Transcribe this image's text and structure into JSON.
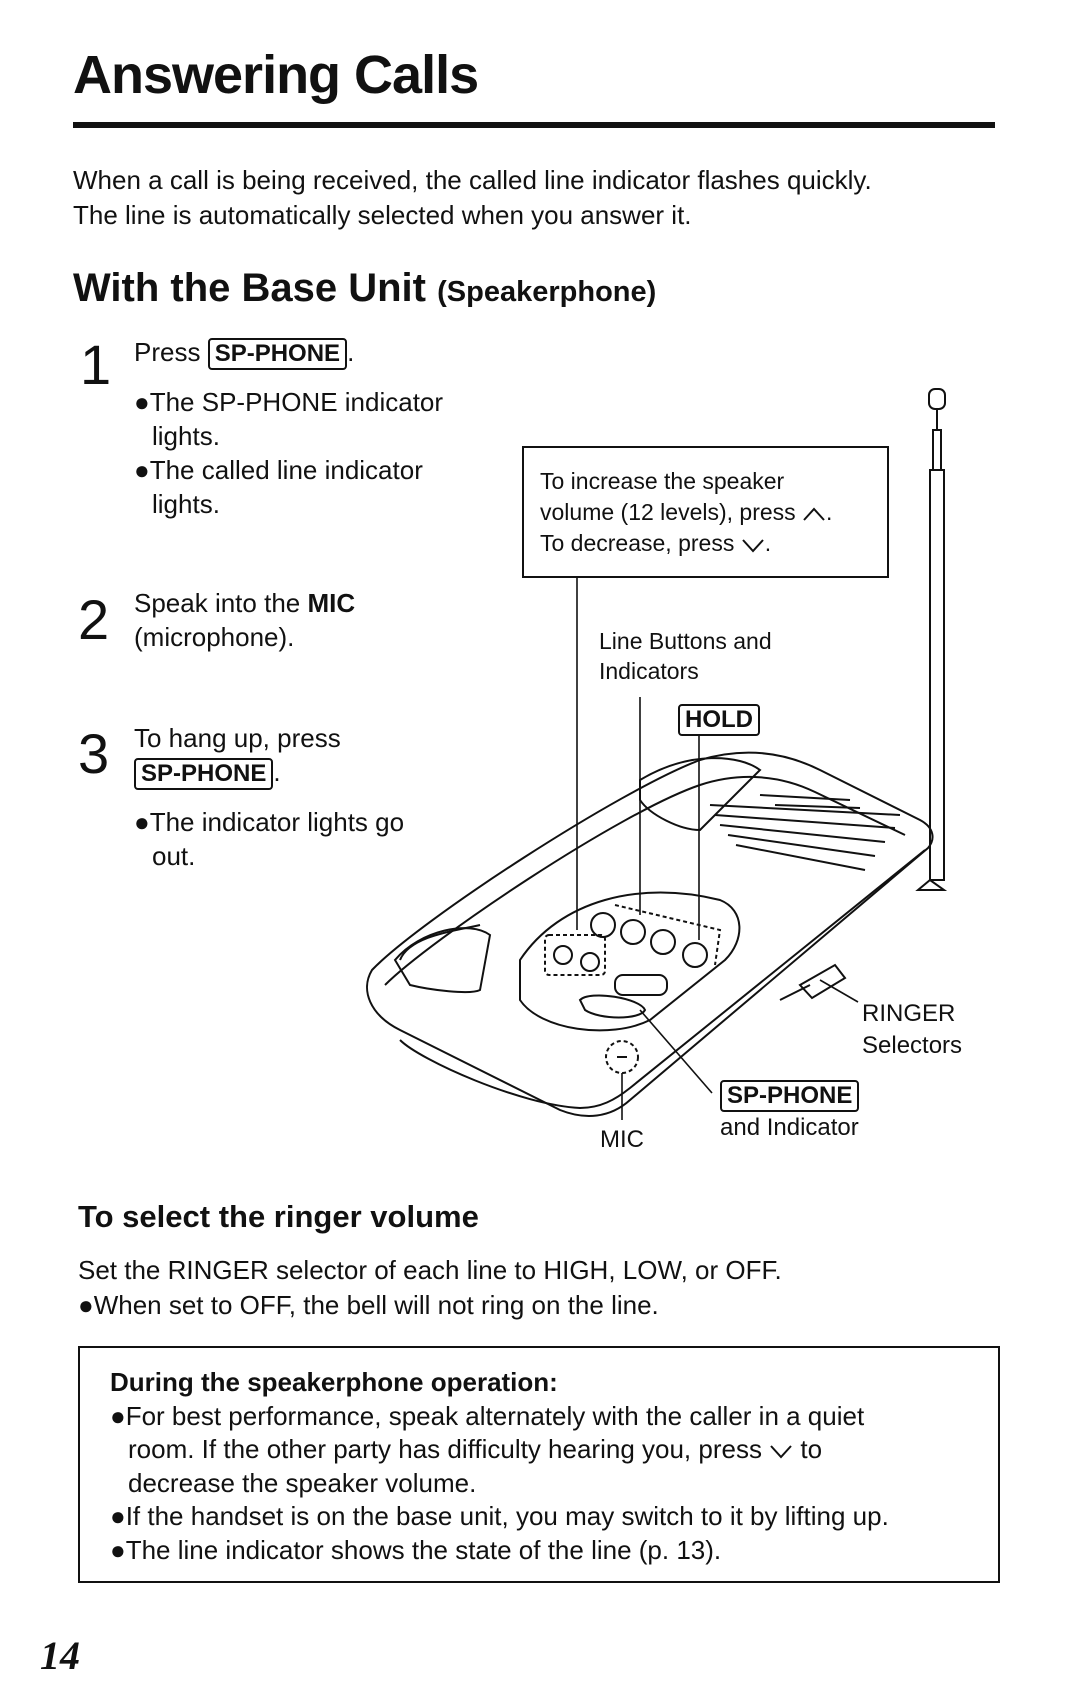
{
  "title": "Answering Calls",
  "intro": [
    "When a call is being received, the called line indicator flashes quickly.",
    "The line is automatically selected when you answer it."
  ],
  "section": {
    "heading": "With the Base Unit",
    "heading_small": "(Speakerphone)"
  },
  "steps": [
    {
      "number": "1",
      "prefix": "Press",
      "key": "SP-PHONE",
      "suffix": ".",
      "bullets": [
        "●The SP-PHONE indicator lights.",
        "●The called line indicator lights."
      ]
    },
    {
      "number": "2",
      "line1_prefix": "Speak into the",
      "line1_bold": "MIC",
      "line2": "(microphone)."
    },
    {
      "number": "3",
      "line1": "To hang up, press",
      "key": "SP-PHONE",
      "suffix": ".",
      "bullets": [
        "●The indicator lights go out."
      ]
    }
  ],
  "callout": {
    "line1": "To increase the speaker",
    "line2_prefix": "volume (12 levels), press",
    "line2_suffix": ".",
    "line3_prefix": "To decrease, press",
    "line3_suffix": "."
  },
  "diagram_labels": {
    "line_buttons": [
      "Line Buttons and",
      "Indicators"
    ],
    "hold": "HOLD",
    "ringer": [
      "RINGER",
      "Selectors"
    ],
    "sp_phone_key": "SP-PHONE",
    "sp_phone_suffix": "and Indicator",
    "mic": "MIC"
  },
  "ringer_section": {
    "heading": "To select the ringer volume",
    "line1": "Set the RINGER selector of each line to HIGH, LOW, or OFF.",
    "line2": "●When set to OFF, the bell will not ring on the line."
  },
  "note": {
    "heading": "During the speakerphone operation:",
    "b1_line1": "●For best performance, speak alternately with the caller in a quiet",
    "b1_line2_prefix": "room. If the other party has difficulty hearing you, press",
    "b1_line2_suffix": "to",
    "b1_line3": "decrease the speaker volume.",
    "b2": "●If the handset is on the base unit, you may switch to it by lifting up.",
    "b3": "●The line indicator shows the state of the line (p. 13)."
  },
  "page_number": "14",
  "icons": {
    "up": "caret-up-icon",
    "down": "caret-down-icon"
  }
}
